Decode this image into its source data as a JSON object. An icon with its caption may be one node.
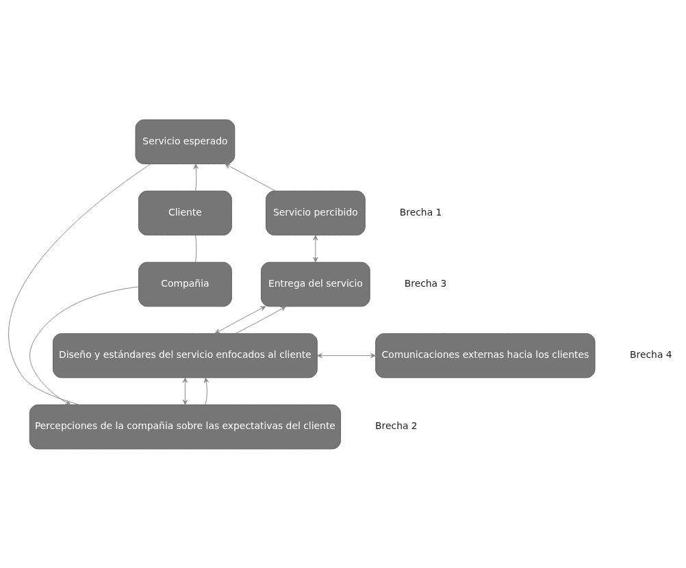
{
  "diagram": {
    "nodes": [
      {
        "text": [
          "Servicio esperado"
        ]
      },
      {
        "text": [
          "Cliente"
        ]
      },
      {
        "text": [
          "Servicio percibido"
        ]
      },
      {
        "text": [
          "Compañia"
        ]
      },
      {
        "text": [
          "Entrega del servicio"
        ]
      },
      {
        "text": [
          "Diseño y estándares del servicio enfocados al cliente"
        ]
      },
      {
        "text": [
          "Comunicaciones externas hacia los clientes"
        ]
      },
      {
        "text": [
          "Percepciones de la compañia sobre las expectativas del cliente"
        ]
      }
    ],
    "edges": [
      {
        "from": 1,
        "to": 0,
        "arrow": "to"
      },
      {
        "from": 1,
        "to": 3,
        "arrow": "none"
      },
      {
        "from": 2,
        "to": 0,
        "arrow": "to"
      },
      {
        "from": 2,
        "to": 4,
        "arrow": "both"
      },
      {
        "from": 4,
        "to": 5,
        "arrow": "both"
      },
      {
        "from": 5,
        "to": 4,
        "arrow": "to"
      },
      {
        "from": 5,
        "to": 6,
        "arrow": "both"
      },
      {
        "from": 7,
        "to": 5,
        "arrow": "both"
      },
      {
        "from": 7,
        "to": 5,
        "arrow": "to"
      },
      {
        "from": 3,
        "to": 7,
        "arrow": "to"
      },
      {
        "from": 0,
        "to": 7,
        "arrow": "none"
      }
    ],
    "labels": [
      "Brecha 1",
      "Brecha 4",
      "Brecha 3",
      "Brecha 2"
    ]
  }
}
